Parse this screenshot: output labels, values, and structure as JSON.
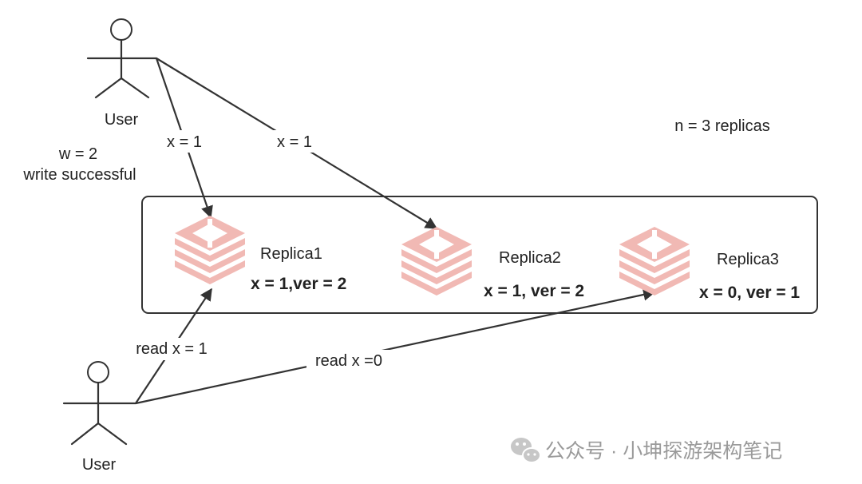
{
  "colors": {
    "stroke": "#333333",
    "replica_icon": "#f1b9b4",
    "watermark": "#9a9a9a"
  },
  "users": {
    "top": {
      "label": "User"
    },
    "bottom": {
      "label": "User"
    }
  },
  "annotations": {
    "n_replicas": "n = 3 replicas",
    "w_line1": "w = 2",
    "w_line2": "write successful"
  },
  "edges": {
    "write1": "x = 1",
    "write2": "x = 1",
    "read1": "read x = 1",
    "read3": "read x =0"
  },
  "replicas": [
    {
      "name": "Replica1",
      "state": "x = 1,ver = 2"
    },
    {
      "name": "Replica2",
      "state": "x = 1, ver = 2"
    },
    {
      "name": "Replica3",
      "state": "x = 0, ver = 1"
    }
  ],
  "watermark": {
    "icon": "wechat-icon",
    "text": "公众号 · 小坤探游架构笔记"
  }
}
